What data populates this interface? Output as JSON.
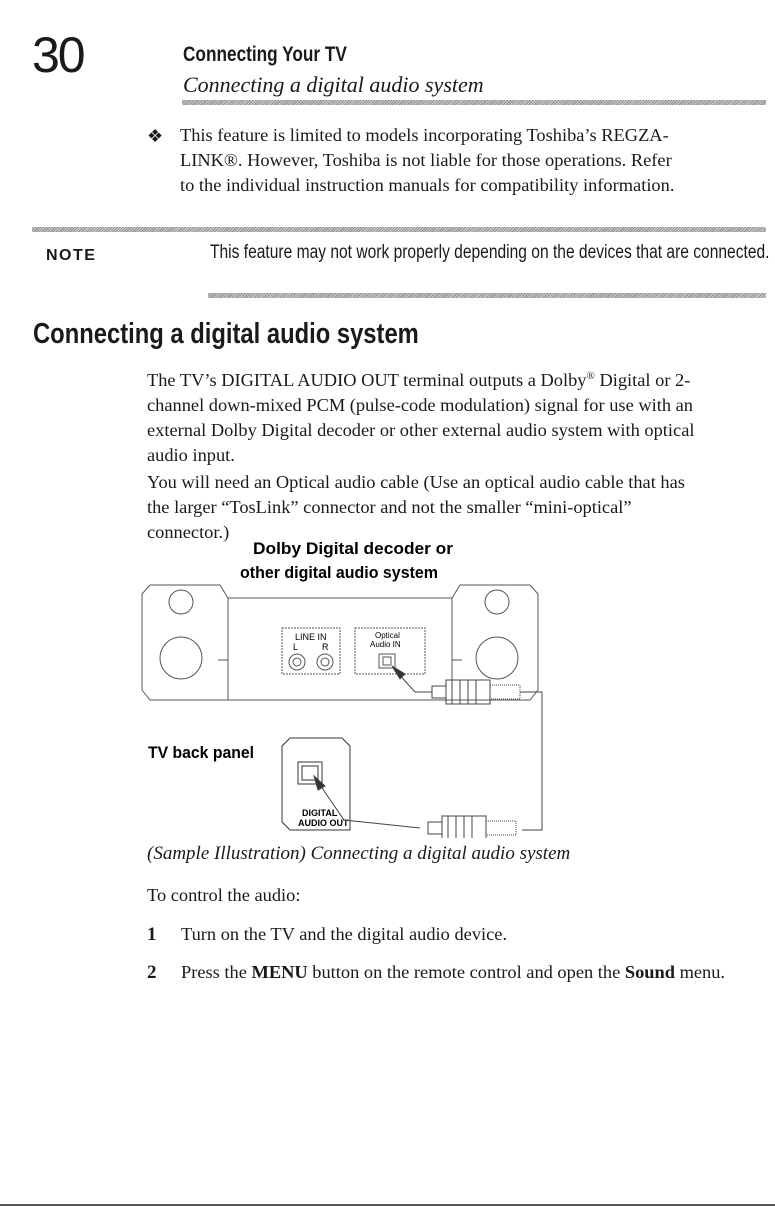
{
  "header": {
    "page_number": "30",
    "chapter_title": "Connecting Your TV",
    "section_subtitle": "Connecting a digital audio system"
  },
  "bullet": {
    "symbol": "❖",
    "text": "This feature is limited to models incorporating Toshiba’s REGZA-LINK®. However, Toshiba is not liable for those operations. Refer to the individual instruction manuals for compatibility information."
  },
  "note": {
    "label": "NOTE",
    "text": "This feature may not work properly depending on the devices that are connected."
  },
  "section": {
    "heading": "Connecting a digital audio system",
    "paragraph1_part1": "The TV’s DIGITAL AUDIO OUT terminal outputs a Dolby",
    "paragraph1_sup": "®",
    "paragraph1_part2": "Digital or 2-channel down-mixed PCM (pulse-code modulation) signal for use with an external Dolby Digital decoder or other external audio system with optical audio input.",
    "paragraph2": "You will need an Optical audio cable (Use an optical audio cable that has the larger “TosLink” connector and not the smaller “mini-optical” connector.)"
  },
  "diagram": {
    "decoder_label_line1": "Dolby Digital decoder or",
    "decoder_label_line2": "other digital audio system",
    "line_in_label": "LINE IN",
    "l_label": "L",
    "r_label": "R",
    "optical_label_line1": "Optical",
    "optical_label_line2": "Audio IN",
    "tv_back_panel_label": "TV back panel",
    "digital_label_line1": "DIGITAL",
    "digital_label_line2": "AUDIO OUT"
  },
  "caption": "(Sample Illustration) Connecting a digital audio system",
  "steps_intro": "To control the audio:",
  "steps": [
    {
      "num": "1",
      "text": "Turn on the TV and the digital audio device."
    },
    {
      "num": "2",
      "text_before": "Press the ",
      "bold1": "MENU",
      "text_mid": " button on the remote control and open the ",
      "bold2": "Sound",
      "text_after": " menu."
    }
  ]
}
